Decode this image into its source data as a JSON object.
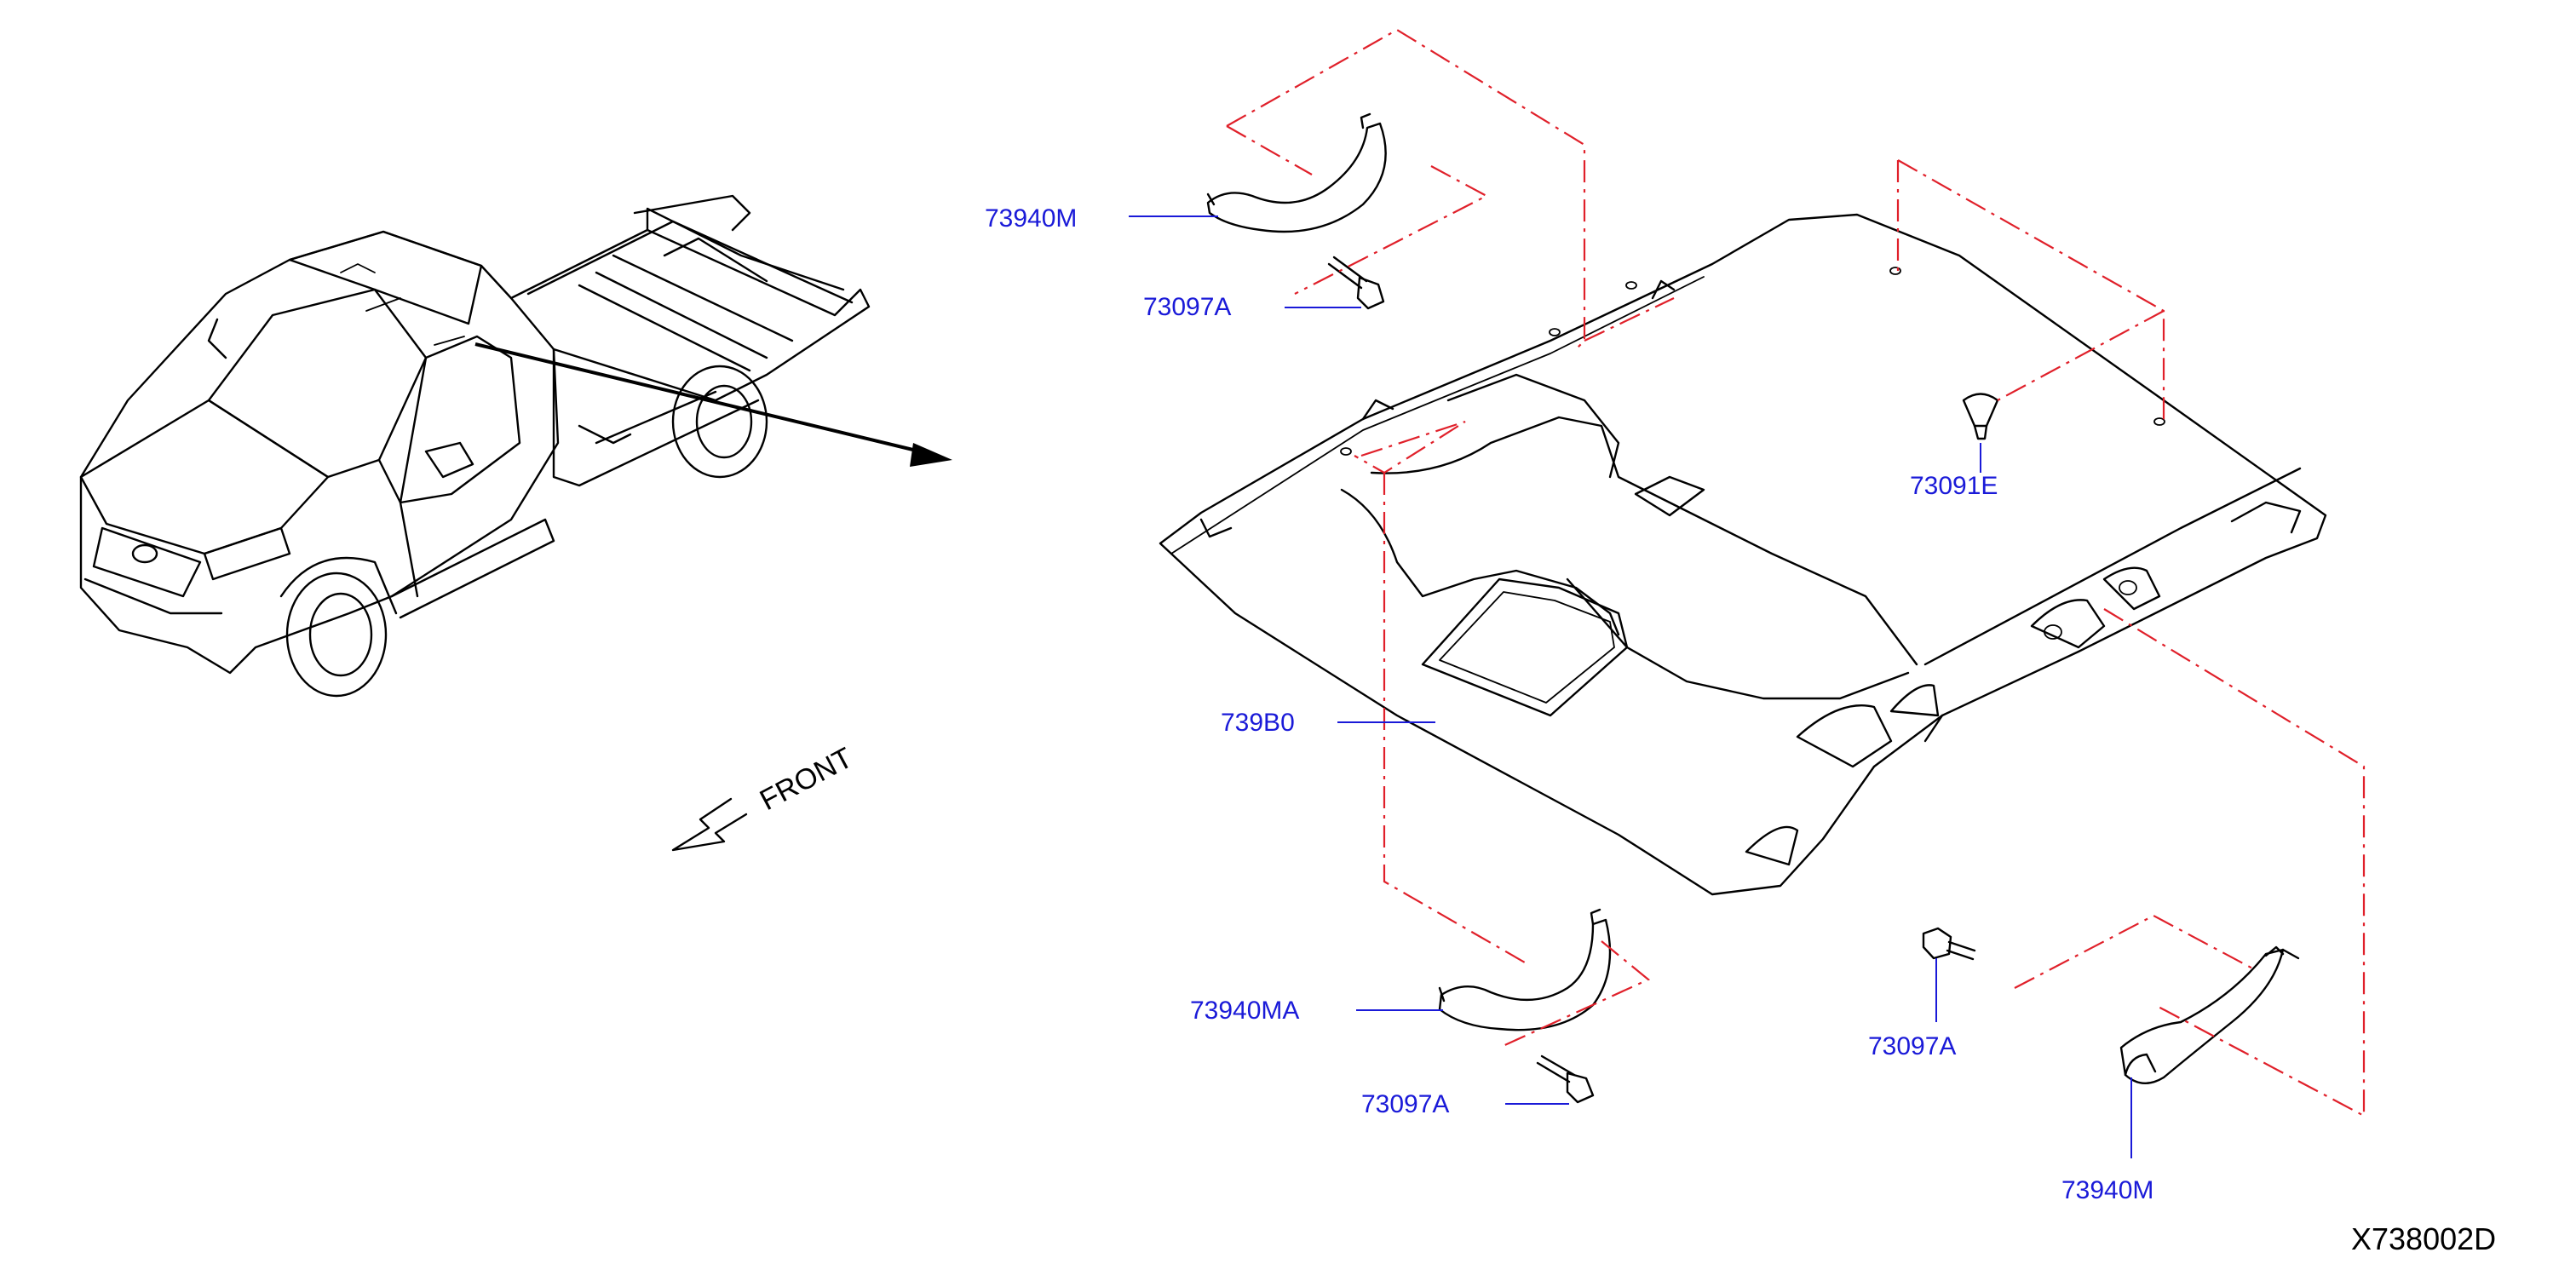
{
  "labels": {
    "grip_upper_left": "73940M",
    "clip_upper_left": "73097A",
    "clip_roof": "73091E",
    "headlining": "739B0",
    "grip_lower_left": "73940MA",
    "clip_lower_left": "73097A",
    "clip_lower_right": "73097A",
    "grip_lower_right": "73940M"
  },
  "front_label": "FRONT",
  "drawing_number": "X738002D",
  "colors": {
    "part_label": "#1a1ad8",
    "phantom_line": "#e0202a",
    "ink": "#000000"
  }
}
